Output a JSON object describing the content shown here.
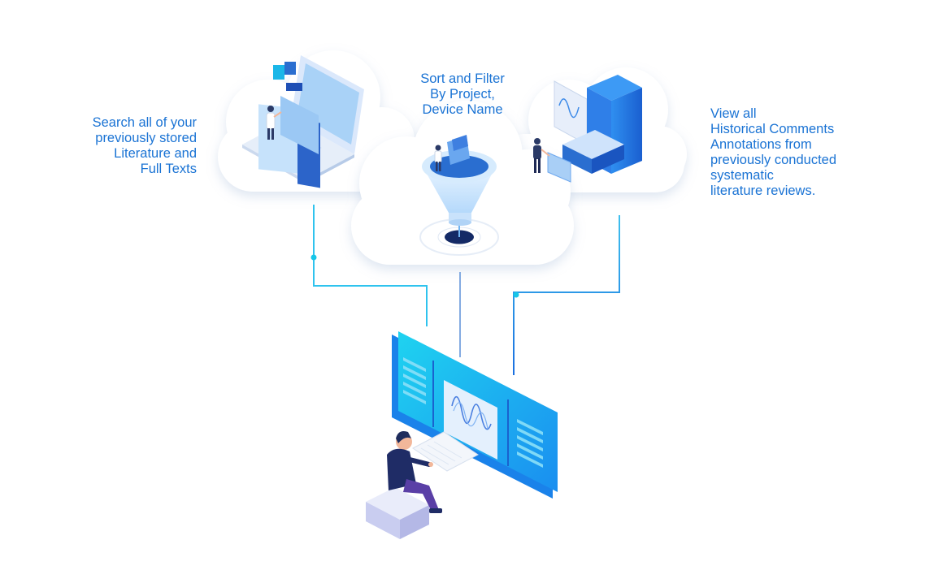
{
  "labels": {
    "search": "Search all of your\npreviously stored\nLiterature and\nFull Texts",
    "sort": "Sort and Filter\nBy Project,\nDevice Name",
    "view": "View all\nHistorical Comments\nAnnotations from\npreviously conducted\nsystematic\nliterature reviews."
  },
  "colors": {
    "text": "#1a73d4",
    "accent": "#17c6e8",
    "primary": "#1e6fe0",
    "cloud": "#ffffff"
  },
  "icons": {
    "left": "laptop-folders-icon",
    "center": "funnel-icon",
    "right": "filing-cabinet-icon",
    "bottom": "monitor-user-icon"
  }
}
